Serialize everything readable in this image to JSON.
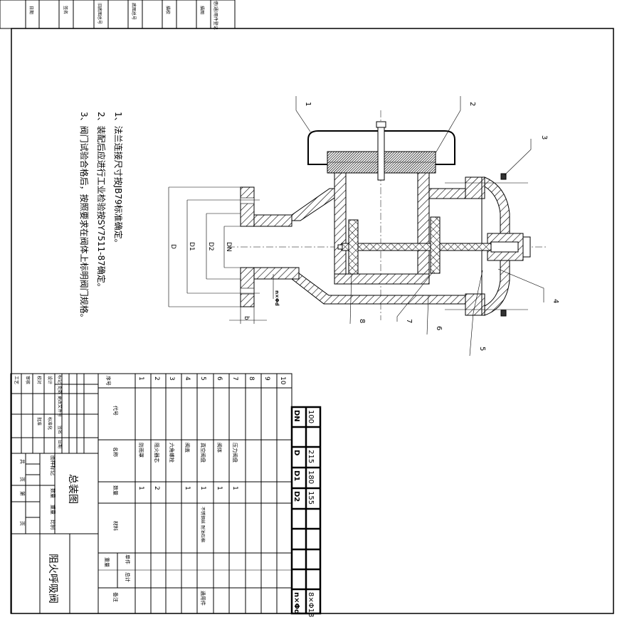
{
  "top_strip": {
    "cells": [
      "日期",
      "签名",
      "旧底图总号",
      "底图总号",
      "描校",
      "描图",
      "借(通)用件登记"
    ]
  },
  "notes": [
    "1、法兰连接尺寸按JB79标准确定。",
    "2、装配后应进行工业检验按SY7511-87确定。",
    "3、阀门试验合格后，按照要求在阀体上标明阀门规格。"
  ],
  "drawing": {
    "part_labels": [
      "1",
      "2",
      "3",
      "4",
      "5",
      "6",
      "7",
      "8"
    ],
    "dimensions": {
      "D": "D",
      "D1": "D1",
      "D2": "D2",
      "DN": "DN",
      "b": "b",
      "nd": "n×Φd"
    }
  },
  "parts_list": {
    "headers": {
      "no": "序号",
      "code": "代号",
      "name": "名称",
      "qty": "数量",
      "material": "材料",
      "unit": "单件",
      "total": "总计",
      "weight": "重量",
      "remark": "备注"
    },
    "rows": [
      {
        "no": "1",
        "name": "防雨罩",
        "qty": "1",
        "material": "",
        "remark": ""
      },
      {
        "no": "2",
        "name": "阻火器芯",
        "qty": "2",
        "material": "",
        "remark": ""
      },
      {
        "no": "3",
        "name": "六角螺栓",
        "qty": "",
        "material": "",
        "remark": ""
      },
      {
        "no": "4",
        "name": "阀盖",
        "qty": "1",
        "material": "",
        "remark": ""
      },
      {
        "no": "5",
        "name": "真空阀盘",
        "qty": "1",
        "material": "不锈钢丝 耐油石棉",
        "remark": "通用件"
      },
      {
        "no": "6",
        "name": "阀体",
        "qty": "1",
        "material": "",
        "remark": ""
      },
      {
        "no": "7",
        "name": "压力阀盘",
        "qty": "1",
        "material": "",
        "remark": ""
      },
      {
        "no": "8",
        "name": "",
        "qty": "",
        "material": "",
        "remark": ""
      },
      {
        "no": "9",
        "name": "",
        "qty": "",
        "material": "",
        "remark": ""
      },
      {
        "no": "10",
        "name": "",
        "qty": "",
        "material": "",
        "remark": ""
      }
    ]
  },
  "dimension_table": {
    "headers": [
      "DN",
      "",
      "D",
      "D1",
      "D2",
      "",
      "",
      "",
      "",
      "n×Φd"
    ],
    "values": [
      "100",
      "",
      "215",
      "180",
      "155",
      "",
      "",
      "",
      "",
      "8×Φ18"
    ]
  },
  "title_block": {
    "rev_headers": [
      "标记",
      "处数",
      "更改文件号",
      "签名",
      "日期"
    ],
    "roles": [
      "设计",
      "校对",
      "审核",
      "工艺",
      "标准化",
      "批准"
    ],
    "drawing_mark": "图样标记",
    "quantity": "数量",
    "weight": "重量",
    "scale": "比例",
    "sheets_total": "共",
    "sheet_no": "第",
    "page": "页",
    "drawing_type": "总装图",
    "product_name": "阻火呼吸阀"
  }
}
